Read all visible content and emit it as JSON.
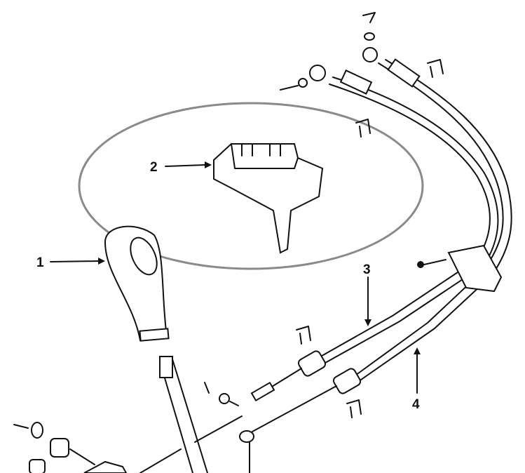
{
  "diagram": {
    "callouts": [
      {
        "id": "1",
        "part": "shift-knob"
      },
      {
        "id": "2",
        "part": "cable-bracket"
      },
      {
        "id": "3",
        "part": "shift-cable"
      },
      {
        "id": "4",
        "part": "select-cable"
      }
    ],
    "highlight_color": "#8a8a8a",
    "line_color": "#111111"
  }
}
